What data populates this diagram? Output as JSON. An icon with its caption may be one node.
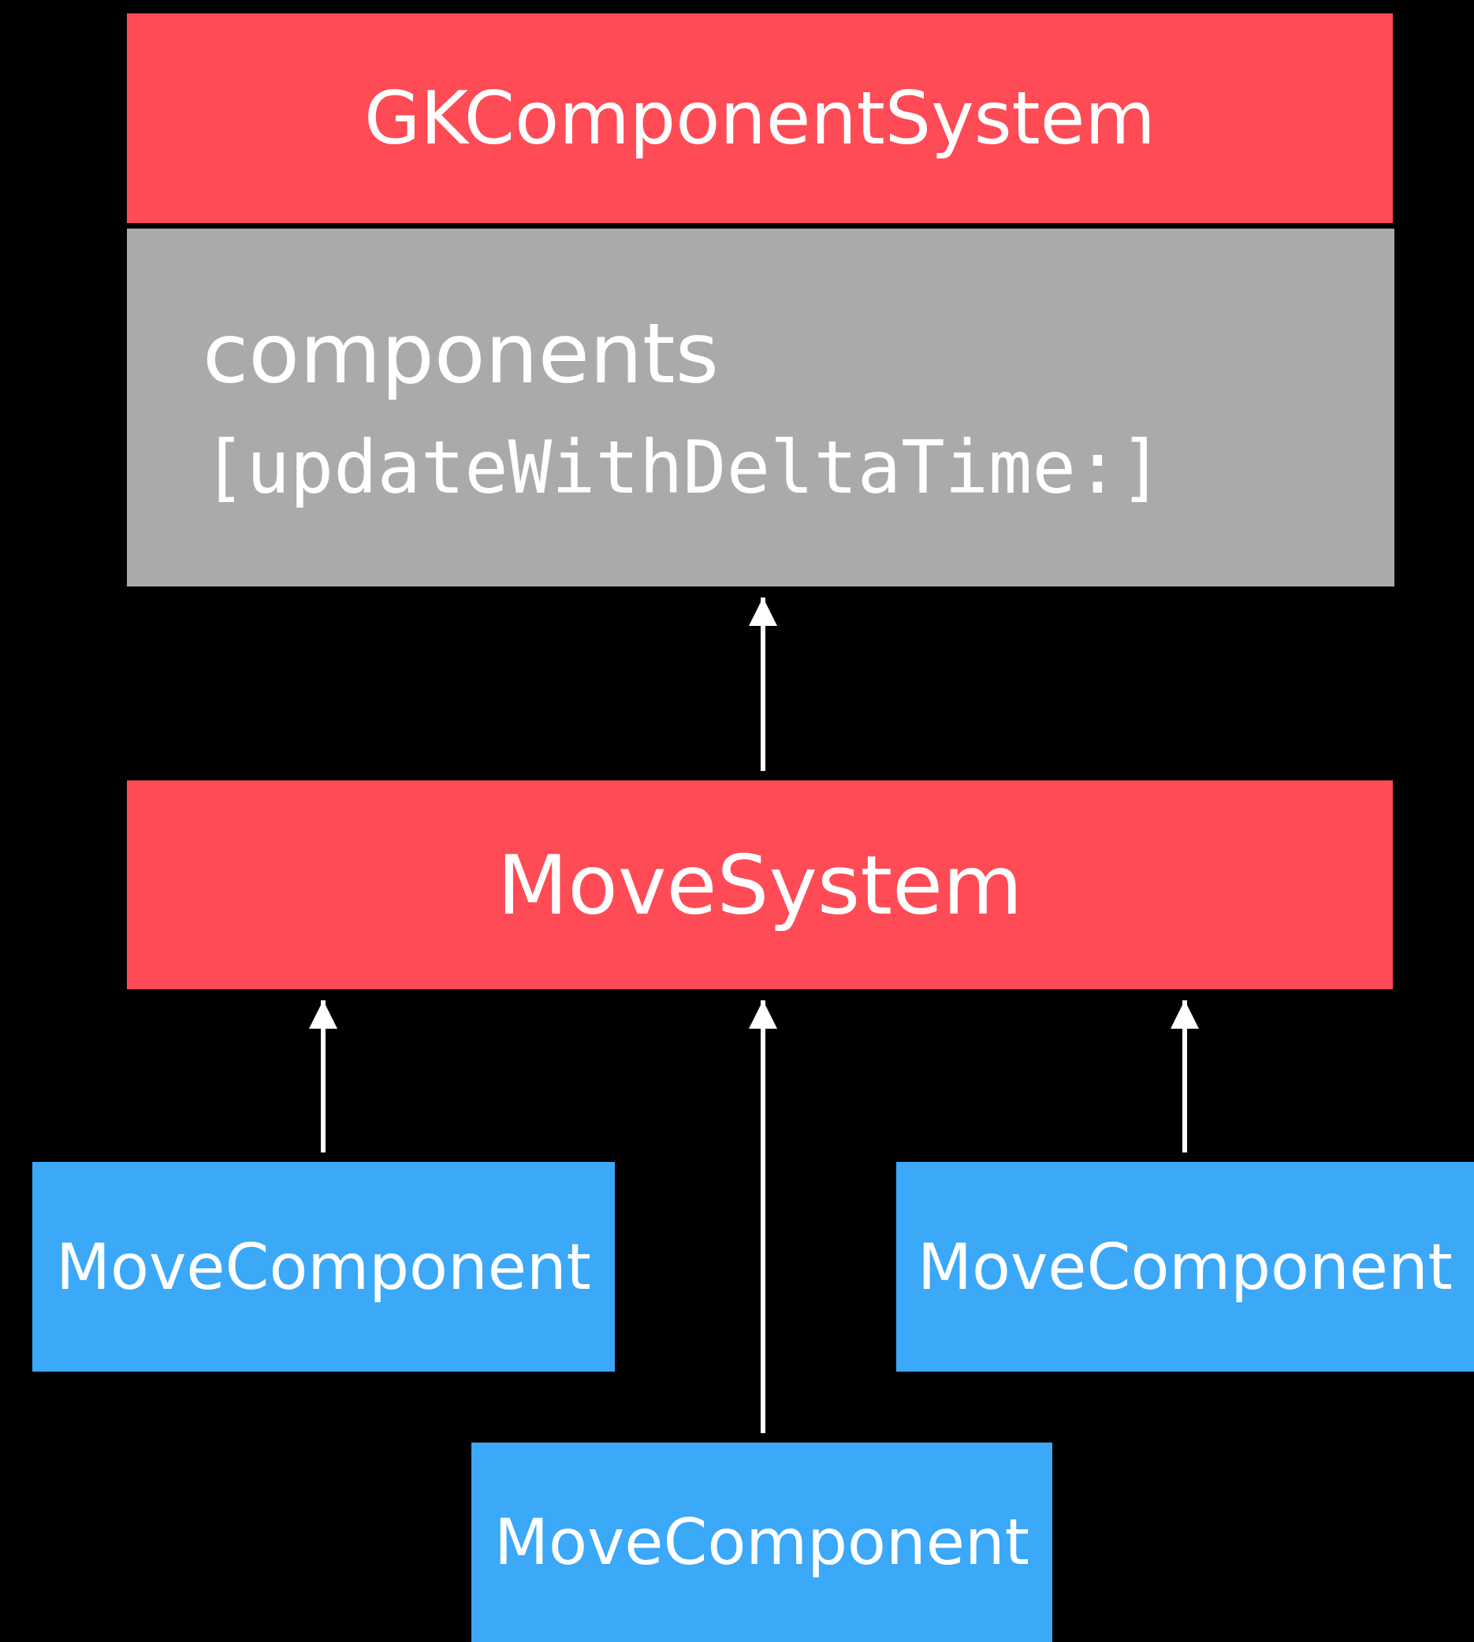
{
  "diagram": {
    "nodes": [
      {
        "text": [
          "GKComponentSystem"
        ]
      },
      {
        "text": [
          "components",
          "[updateWithDeltaTime:]"
        ]
      },
      {
        "text": [
          "MoveSystem"
        ]
      },
      {
        "text": [
          "MoveComponent"
        ]
      },
      {
        "text": [
          "MoveComponent"
        ]
      },
      {
        "text": [
          "MoveComponent"
        ]
      }
    ],
    "edges": [
      {
        "from": 2,
        "to": 1,
        "arrow": "to"
      },
      {
        "from": 3,
        "to": 2,
        "arrow": "to"
      },
      {
        "from": 5,
        "to": 2,
        "arrow": "to"
      },
      {
        "from": 4,
        "to": 2,
        "arrow": "to"
      }
    ]
  }
}
